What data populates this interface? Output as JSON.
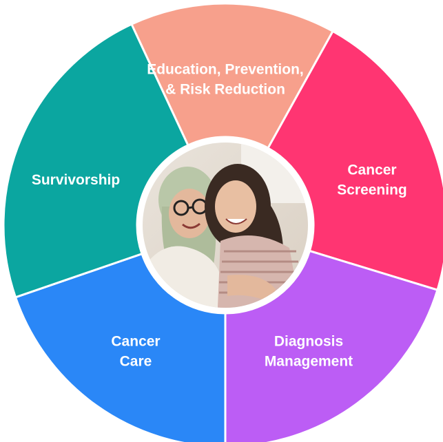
{
  "diagram": {
    "segments": [
      {
        "id": "education",
        "lines": [
          "Education, Prevention,",
          "& Risk Reduction"
        ],
        "color": "#F7A08C"
      },
      {
        "id": "screening",
        "lines": [
          "Cancer",
          "Screening"
        ],
        "color": "#FF3572"
      },
      {
        "id": "diagnosis",
        "lines": [
          "Diagnosis",
          "Management"
        ],
        "color": "#BC5DF5"
      },
      {
        "id": "care",
        "lines": [
          "Cancer",
          "Care"
        ],
        "color": "#2A87F7"
      },
      {
        "id": "survivorship",
        "lines": [
          "Survivorship"
        ],
        "color": "#0BA6A0"
      }
    ],
    "center_image": {
      "icon": "photo-two-women-embracing"
    }
  }
}
